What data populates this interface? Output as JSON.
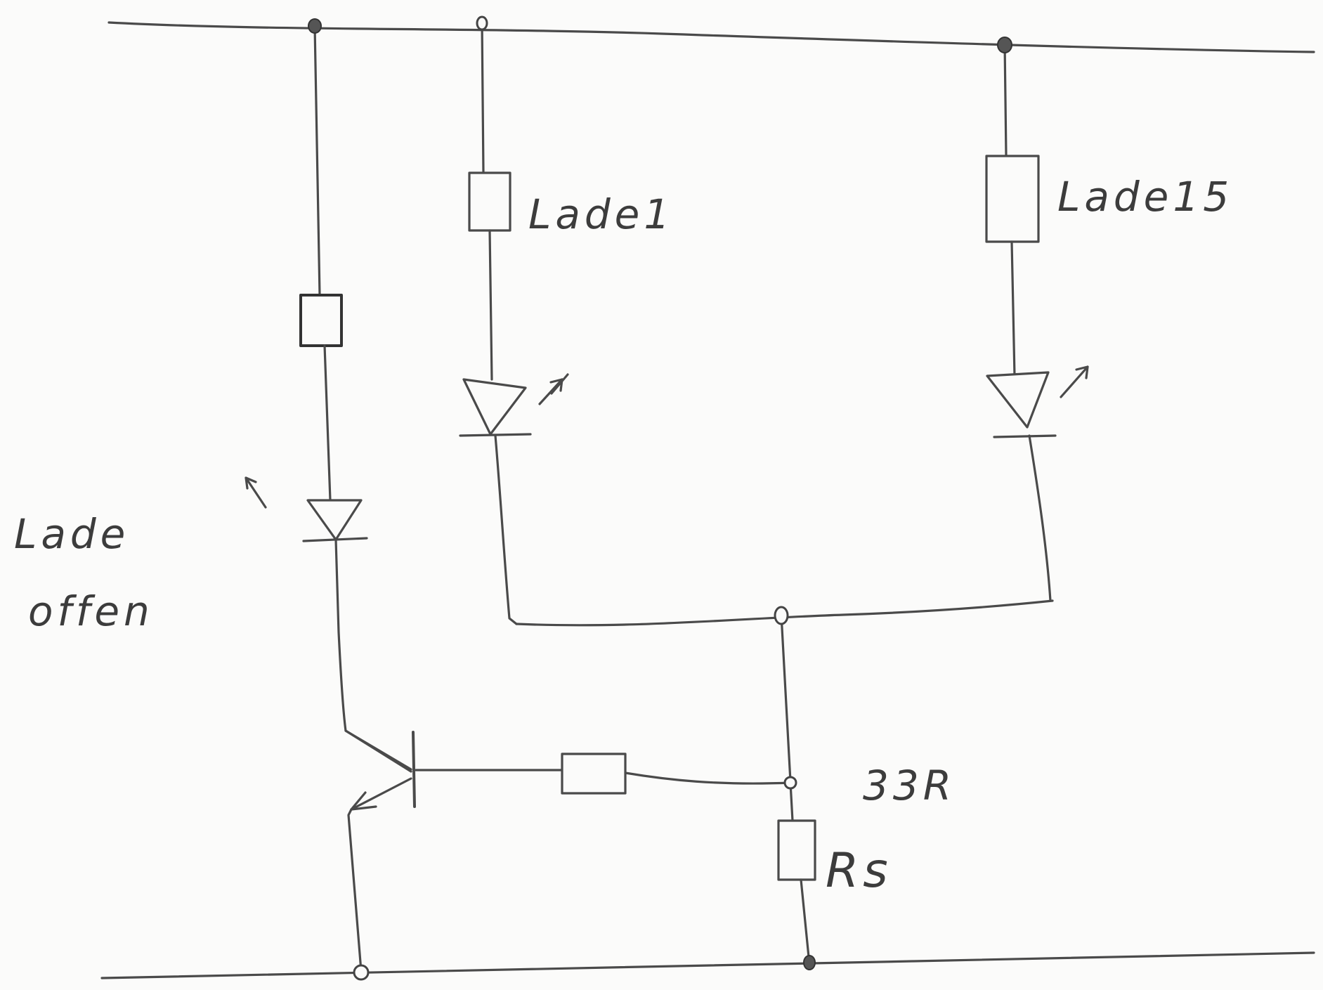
{
  "labels": {
    "lade_1": "Lade1",
    "lade_15": "Lade15",
    "lade_offen_line1": "Lade",
    "lade_offen_line2": "offen",
    "resistor_value": "33R",
    "sense_resistor": "Rs"
  },
  "colors": {
    "paper": "#fbfbfa",
    "pencil": "#4a4a4a",
    "pencil_dark": "#333333"
  },
  "icons": {
    "resistor": "rectangle-resistor-symbol",
    "diode": "diode-triangle-symbol",
    "led": "led-with-emission-arrows",
    "transistor": "npn-transistor-symbol",
    "node": "filled-dot-junction"
  }
}
